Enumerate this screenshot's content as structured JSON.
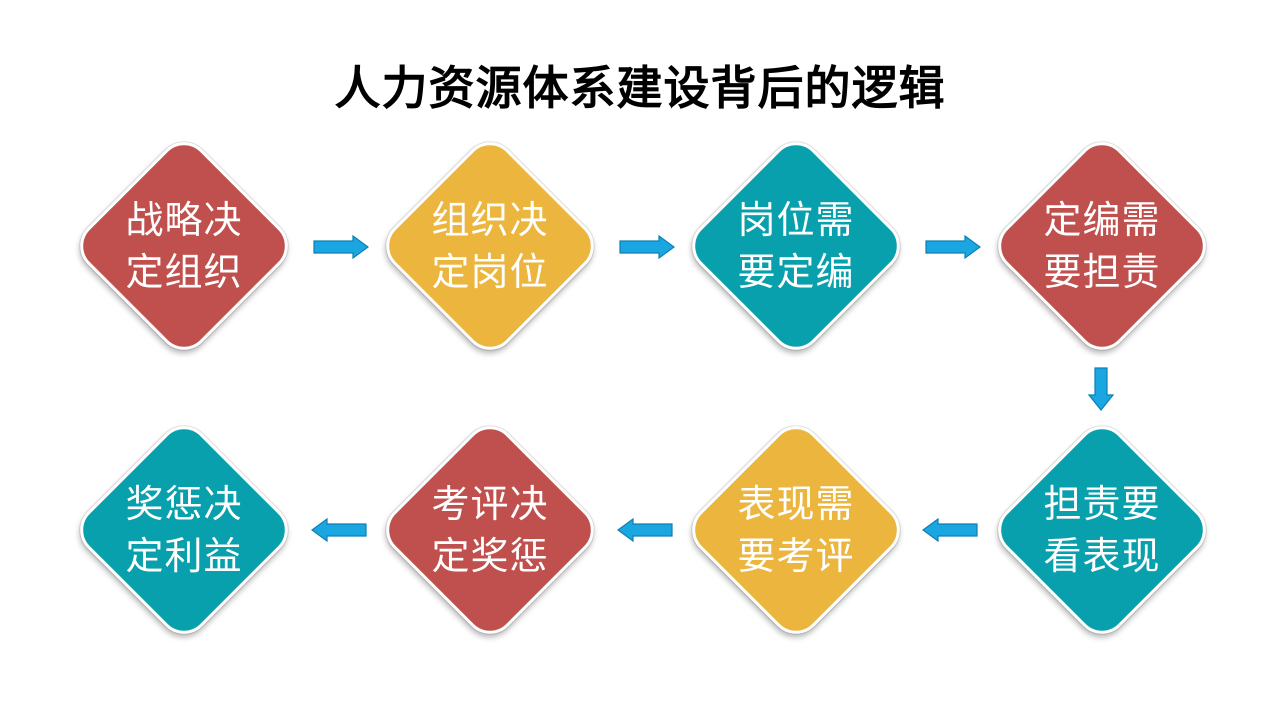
{
  "title": "人力资源体系建设背后的逻辑",
  "colors": {
    "red": "#C0504D",
    "yellow": "#EBB53E",
    "teal": "#08A0AC",
    "arrow": "#1AA7E1"
  },
  "nodes": [
    {
      "line1": "战略决",
      "line2": "定组织",
      "color": "red"
    },
    {
      "line1": "组织决",
      "line2": "定岗位",
      "color": "yellow"
    },
    {
      "line1": "岗位需",
      "line2": "要定编",
      "color": "teal"
    },
    {
      "line1": "定编需",
      "line2": "要担责",
      "color": "red"
    },
    {
      "line1": "担责要",
      "line2": "看表现",
      "color": "teal"
    },
    {
      "line1": "表现需",
      "line2": "要考评",
      "color": "yellow"
    },
    {
      "line1": "考评决",
      "line2": "定奖惩",
      "color": "red"
    },
    {
      "line1": "奖惩决",
      "line2": "定利益",
      "color": "teal"
    }
  ],
  "edges": [
    {
      "from": 0,
      "to": 1,
      "direction": "right"
    },
    {
      "from": 1,
      "to": 2,
      "direction": "right"
    },
    {
      "from": 2,
      "to": 3,
      "direction": "right"
    },
    {
      "from": 3,
      "to": 4,
      "direction": "down"
    },
    {
      "from": 4,
      "to": 5,
      "direction": "left"
    },
    {
      "from": 5,
      "to": 6,
      "direction": "left"
    },
    {
      "from": 6,
      "to": 7,
      "direction": "left"
    }
  ]
}
